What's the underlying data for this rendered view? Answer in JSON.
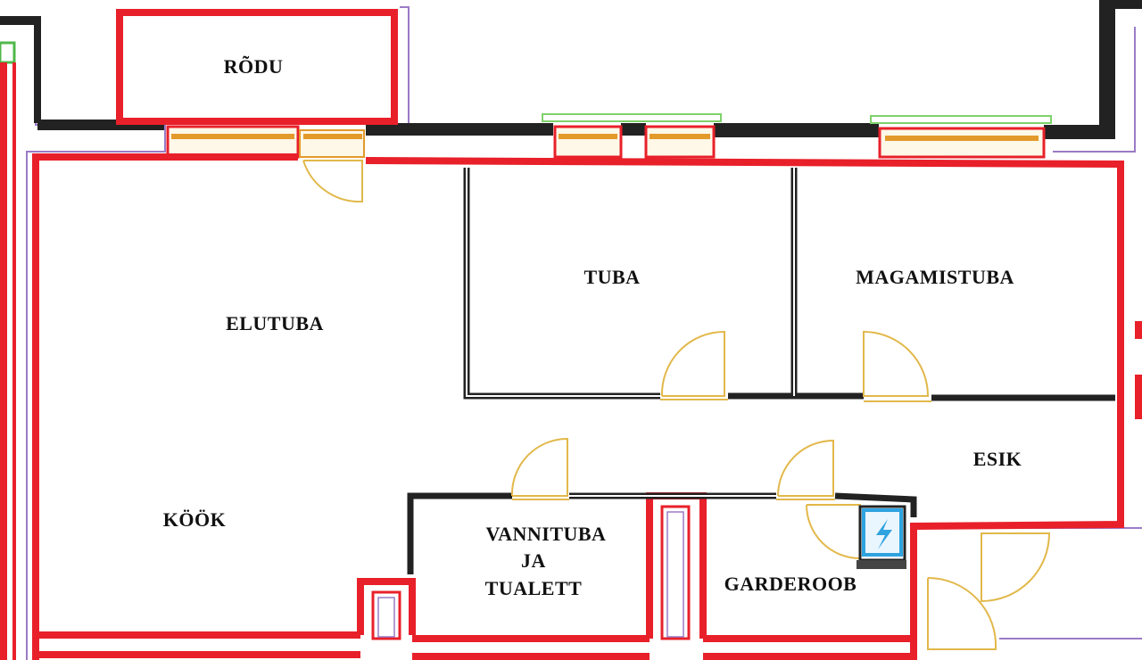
{
  "rooms": {
    "rodu": "RÕDU",
    "elutuba": "ELUTUBA",
    "tuba": "TUBA",
    "magamistuba": "MAGAMISTUBA",
    "esik": "ESIK",
    "kook": "KÖÖK",
    "vannituba_line1": "VANNITUBA",
    "vannituba_line2": "JA",
    "vannituba_line3": "TUALETT",
    "garderoob": "GARDEROOB"
  },
  "colors": {
    "exterior_wall": "#e8202a",
    "interior_wall": "#222222",
    "door_swing": "#e2b84a",
    "window_glass": "#e39a2a",
    "window_frame": "#7fd16b",
    "outline_purple": "#9b7bc6",
    "electric_panel": "#2ea3e0"
  },
  "icons": {
    "electric_panel": "lightning-icon"
  }
}
